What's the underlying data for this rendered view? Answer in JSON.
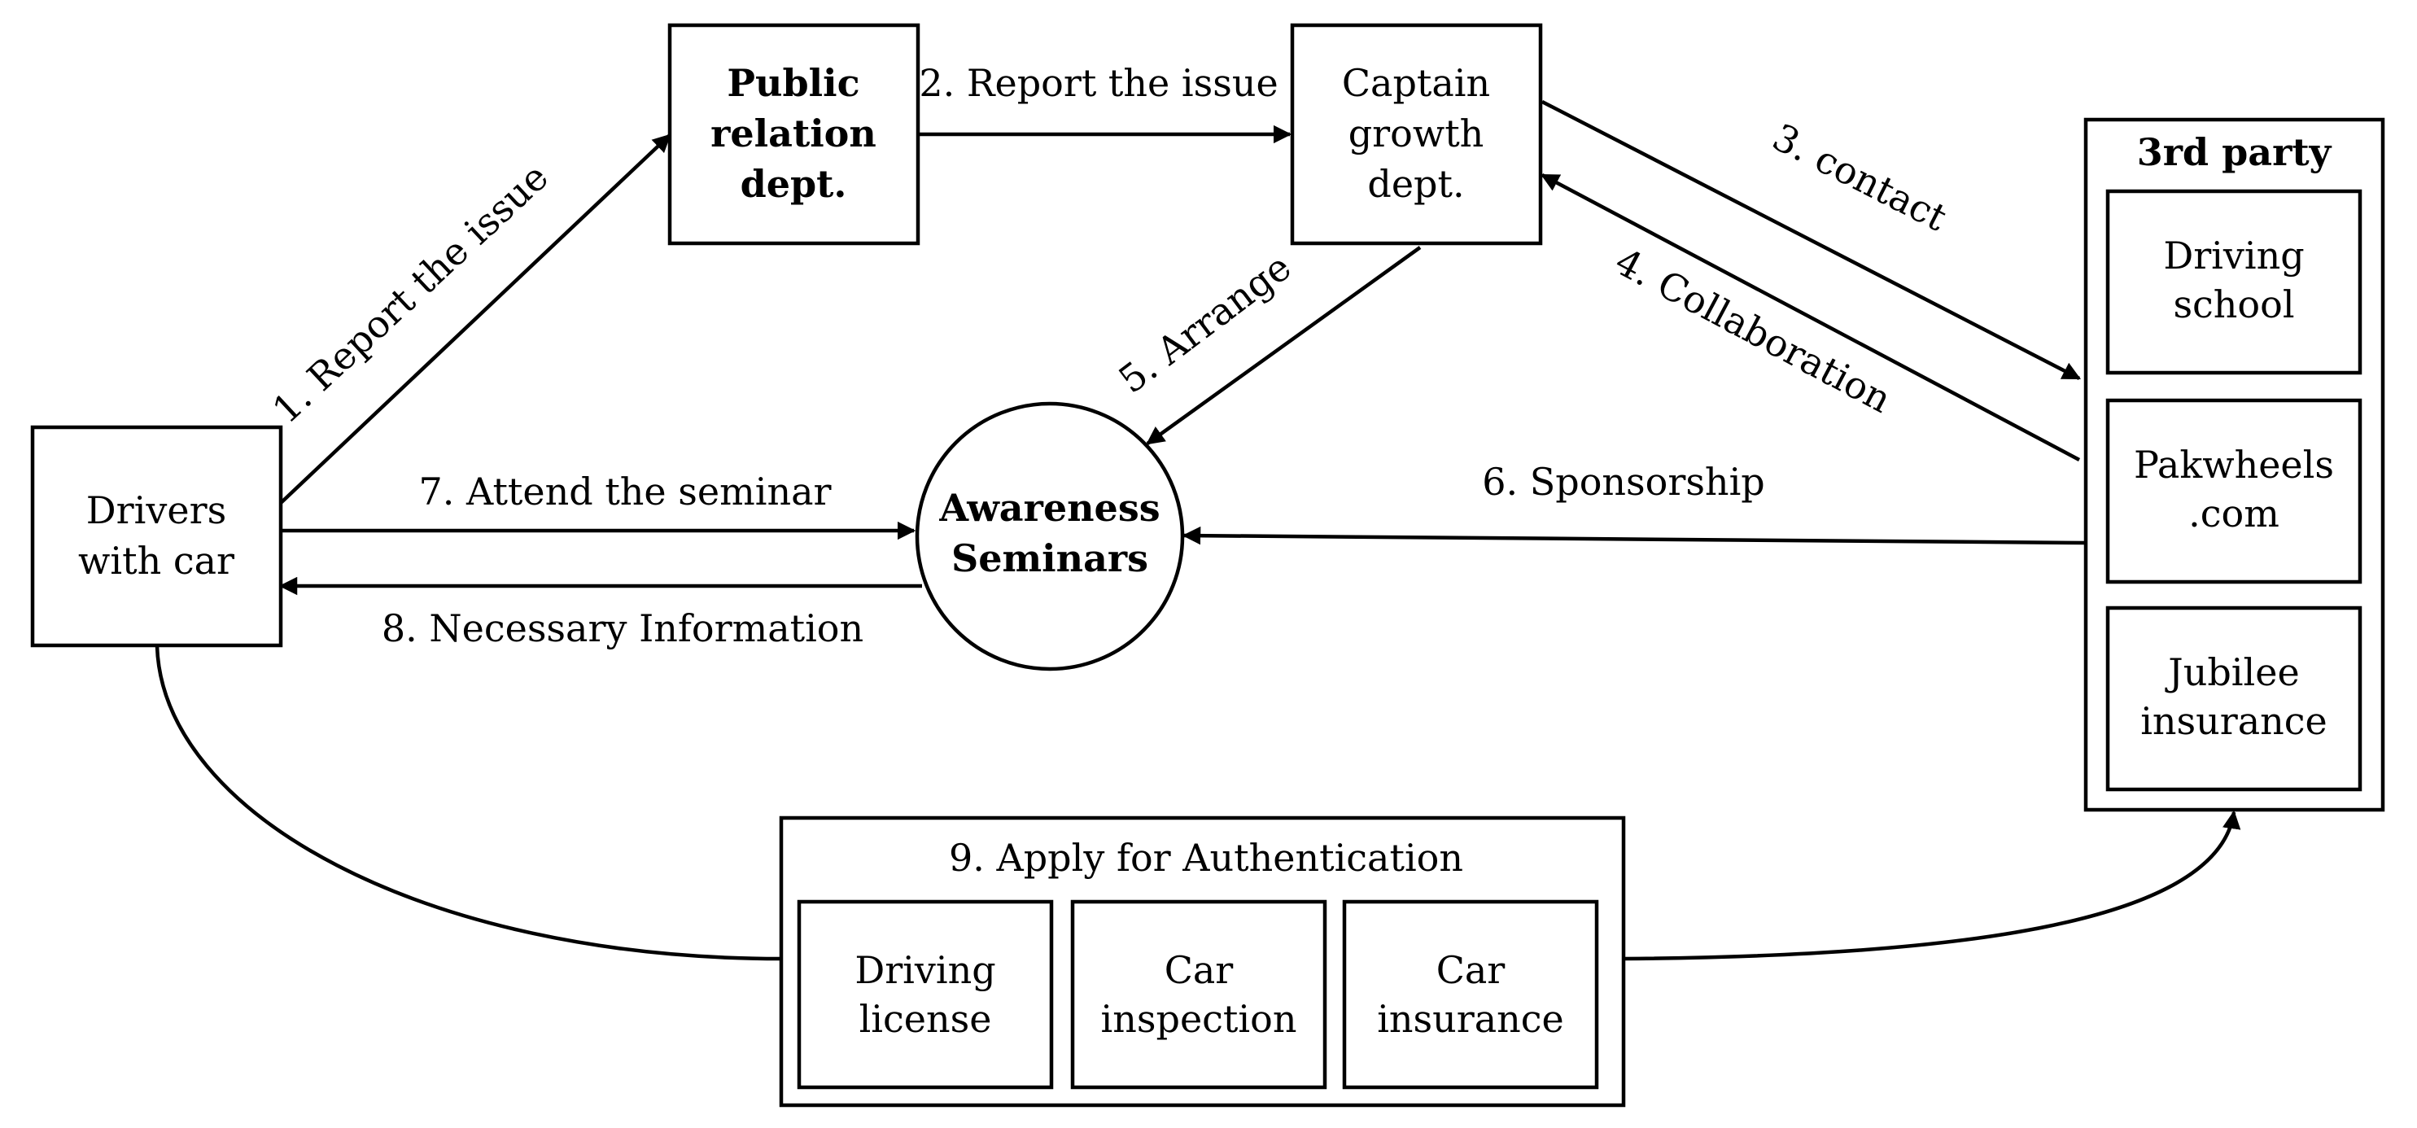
{
  "nodes": {
    "drivers": [
      "Drivers",
      "with car"
    ],
    "public_relation": [
      "Public",
      "relation",
      "dept."
    ],
    "captain_growth": [
      "Captain",
      "growth",
      "dept."
    ],
    "awareness": [
      "Awareness",
      "Seminars"
    ],
    "third_party": {
      "title": "3rd party",
      "items": [
        [
          "Driving",
          "school"
        ],
        [
          "Pakwheels",
          ".com"
        ],
        [
          "Jubilee",
          "insurance"
        ]
      ]
    },
    "authentication": {
      "title": "9. Apply for Authentication",
      "items": [
        [
          "Driving",
          "license"
        ],
        [
          "Car",
          "inspection"
        ],
        [
          "Car",
          "insurance"
        ]
      ]
    }
  },
  "edges": {
    "e1": "1. Report the issue",
    "e2": "2. Report the issue",
    "e3": "3. contact",
    "e4": "4. Collaboration",
    "e5": "5. Arrange",
    "e6": "6. Sponsorship",
    "e7": "7. Attend the seminar",
    "e8": "8. Necessary Information"
  }
}
